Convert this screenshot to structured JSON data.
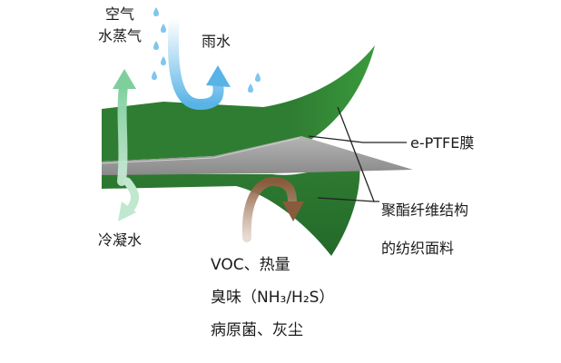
{
  "labels": {
    "air_vapor_line1": "空气",
    "air_vapor_line2": "水蒸气",
    "rain": "雨水",
    "condensate": "冷凝水",
    "membrane": "e-PTFE膜",
    "fabric_line1": "聚酯纤维结构",
    "fabric_line2": "的纺织面料",
    "pollutant_line1": "VOC、热量",
    "pollutant_line2": "臭味（NH₃/H₂S）",
    "pollutant_line3": "病原菌、灰尘"
  },
  "colors": {
    "fabric_green": "#2f7d32",
    "fabric_green_dark": "#1f5d22",
    "membrane_gray": "#9a9a9a",
    "vapor_arrow": "#7fcf9c",
    "rain_arrow": "#58b3e6",
    "pollutant_arrow": "#8a5a3c",
    "leader_line": "#222222"
  },
  "icons": [
    "raindrop-icon"
  ]
}
